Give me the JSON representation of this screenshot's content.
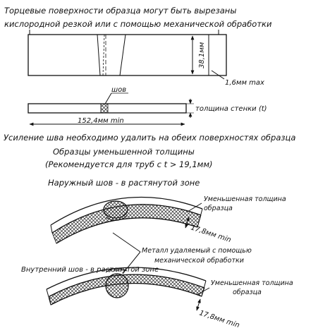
{
  "top_text": {
    "line1": "Торцевые поверхности образца могут быть вырезаны",
    "line2": "кислородной резкой или с помощью механической обработки"
  },
  "labels": {
    "width_dim": "38,1мм",
    "max_dim": "1,6мм max",
    "weld": "шов",
    "wall": "толщина стенки (t)",
    "length_dim": "152,4мм min"
  },
  "notes": {
    "reinforcement": "Усиление шва необходимо удалить на обеих поверхностях образца",
    "reduced_title": "Образцы уменьшенной толщины",
    "recommended": "(Рекомендуется для труб с t > 19,1мм)",
    "outer_weld": "Наружный шов - в растянутой зоне",
    "inner_weld": "Внутренний шов - в растянутой зоне"
  },
  "reduced": {
    "label_line1": "Уменьшенная толщина",
    "label_line2": "образца",
    "dim": "17,8мм min",
    "metal_line1": "Металл удаляемый с помощью",
    "metal_line2": "механической обработки"
  }
}
